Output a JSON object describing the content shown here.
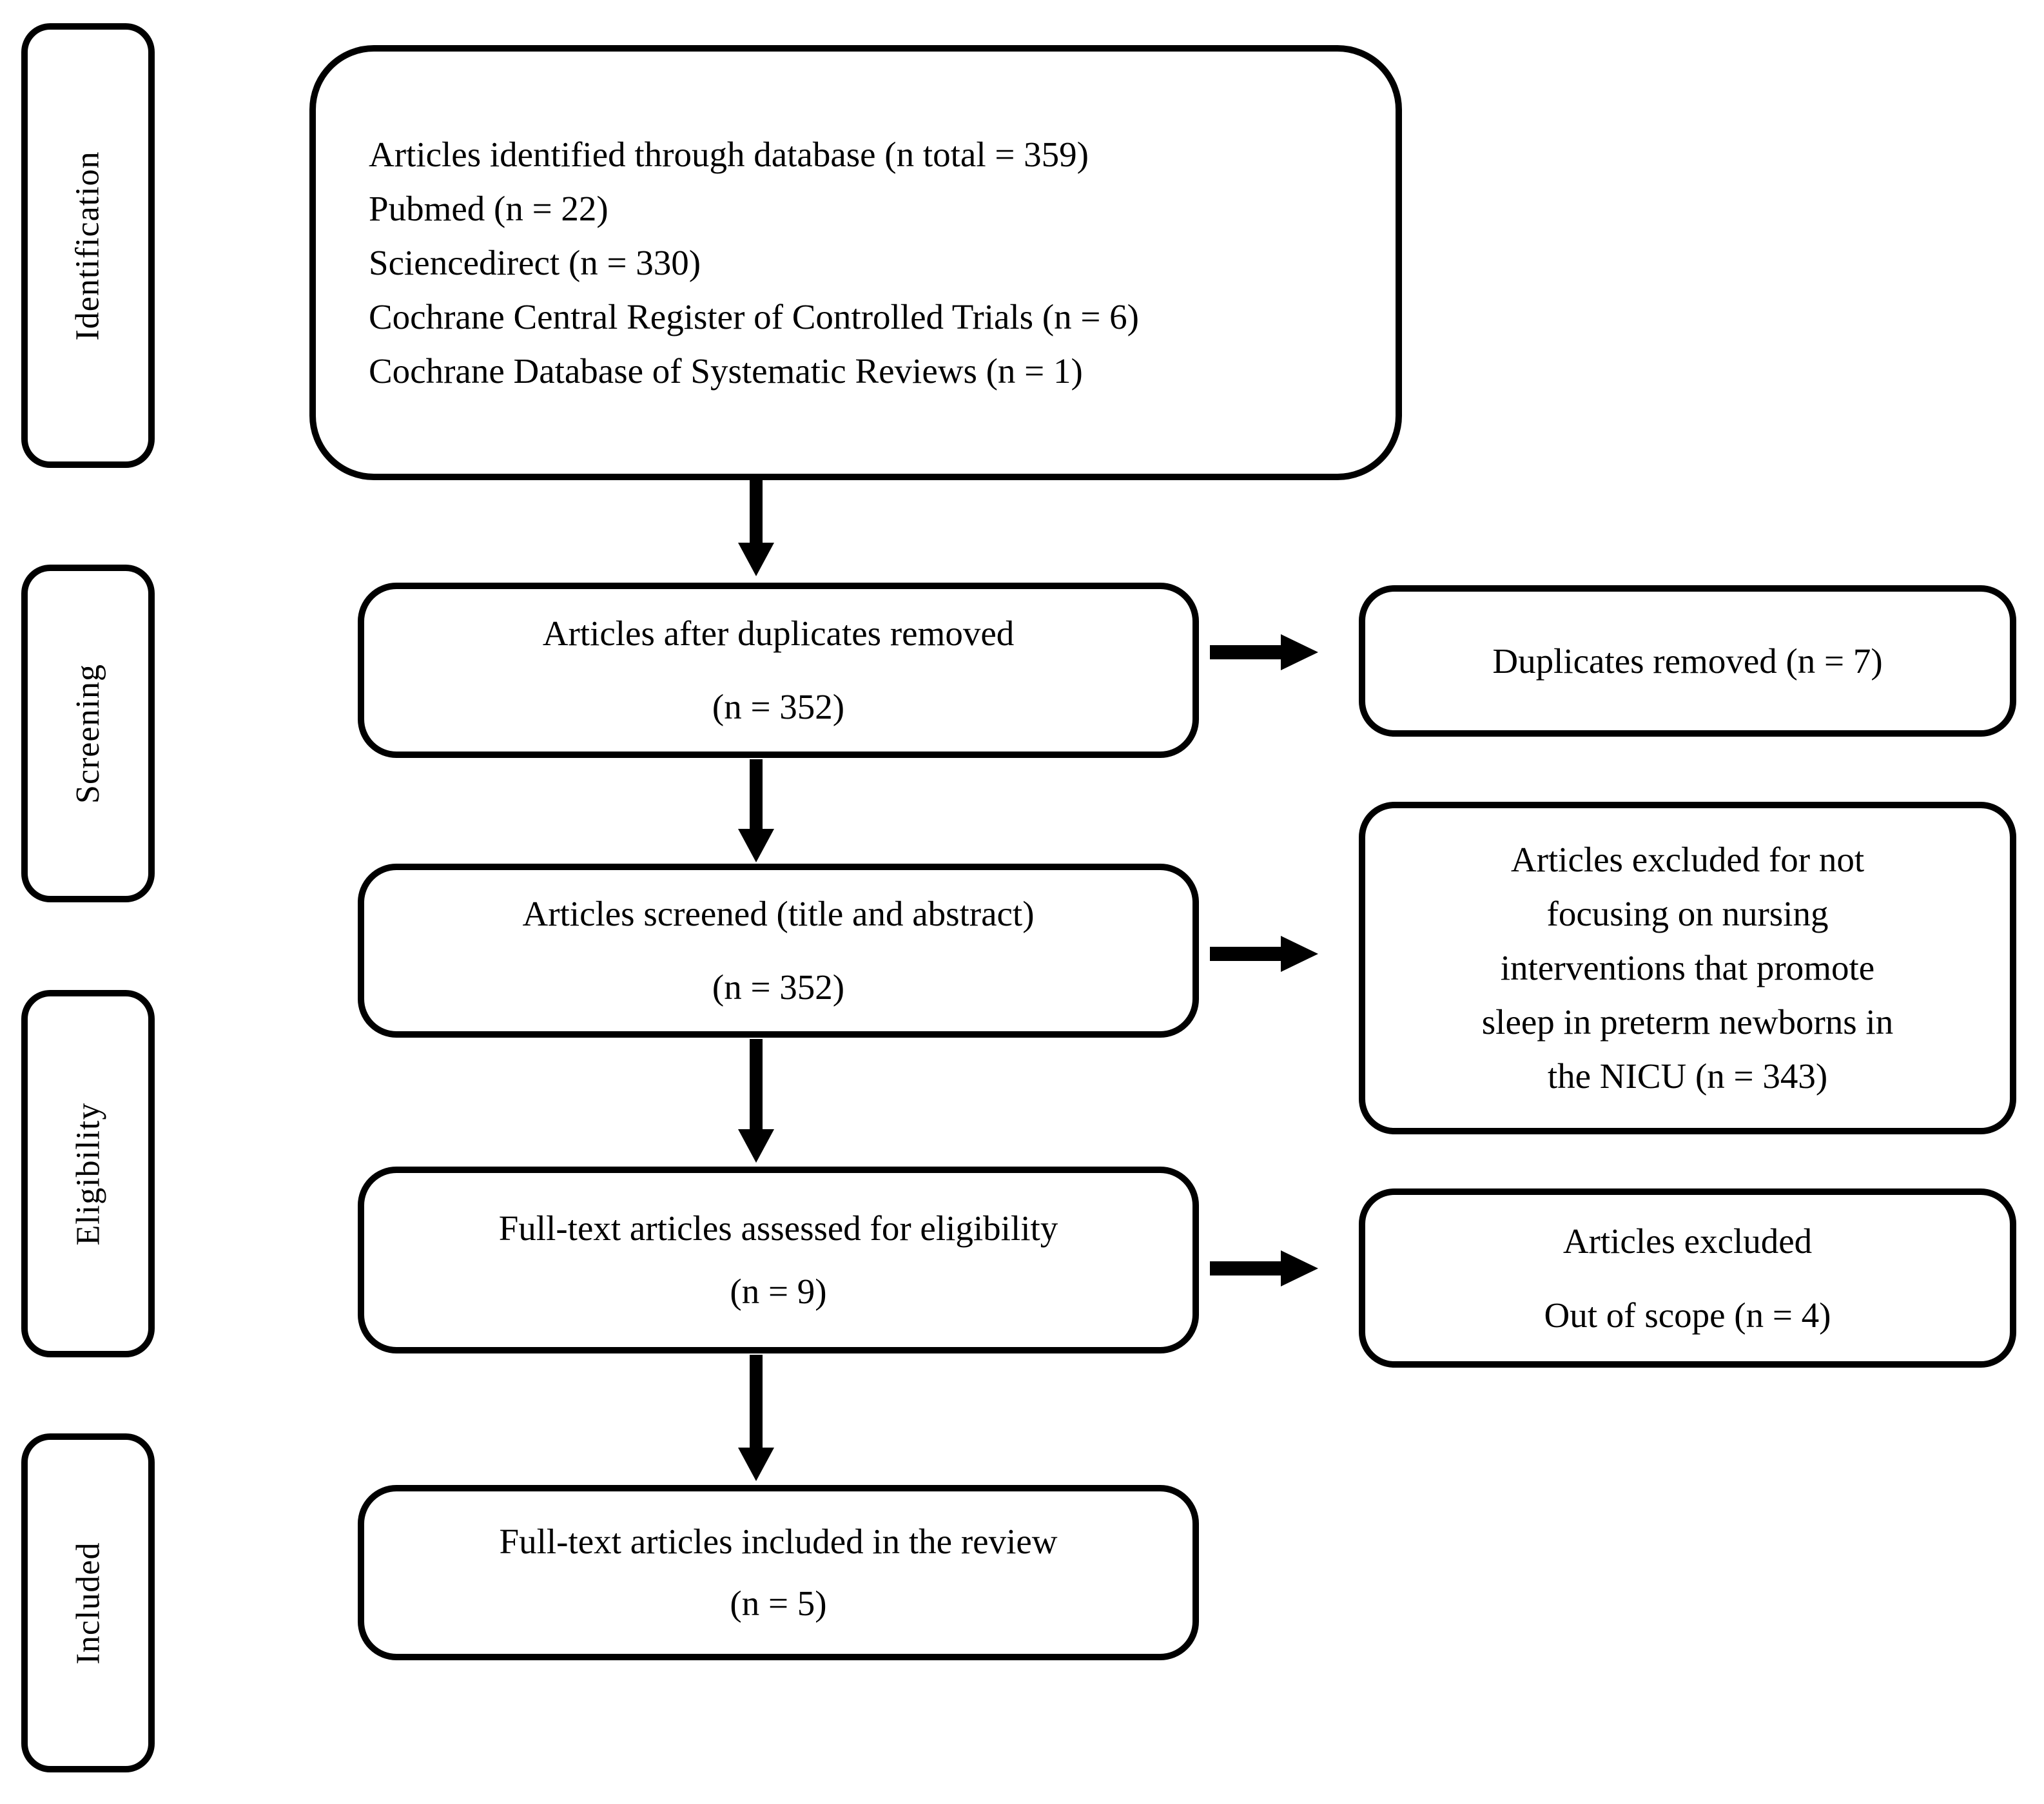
{
  "figure": {
    "stage_labels": [
      "Identification",
      "Screening",
      "Eligibility",
      "Included"
    ],
    "identified": {
      "lines": [
        "Articles identified through database (n total = 359)",
        "Pubmed (n = 22)",
        "Sciencedirect (n = 330)",
        "Cochrane Central Register of Controlled Trials (n = 6)",
        "Cochrane Database of Systematic Reviews  (n = 1)"
      ]
    },
    "after_duplicates": {
      "title": "Articles after duplicates removed",
      "count": "(n = 352)"
    },
    "duplicates_removed": {
      "text": "Duplicates removed (n = 7)"
    },
    "screened": {
      "title": "Articles screened (title and abstract)",
      "count": "(n = 352)"
    },
    "excluded_screening": {
      "lines": [
        "Articles excluded for not",
        "focusing on nursing",
        "interventions that promote",
        "sleep in preterm newborns in",
        "the NICU  (n = 343)"
      ]
    },
    "fulltext_assessed": {
      "title": "Full-text articles assessed for eligibility",
      "count": "(n = 9)"
    },
    "excluded_fulltext": {
      "title": "Articles excluded",
      "count": "Out of scope (n = 4)"
    },
    "included": {
      "title": "Full-text articles included in the review",
      "count": "(n = 5)"
    }
  }
}
